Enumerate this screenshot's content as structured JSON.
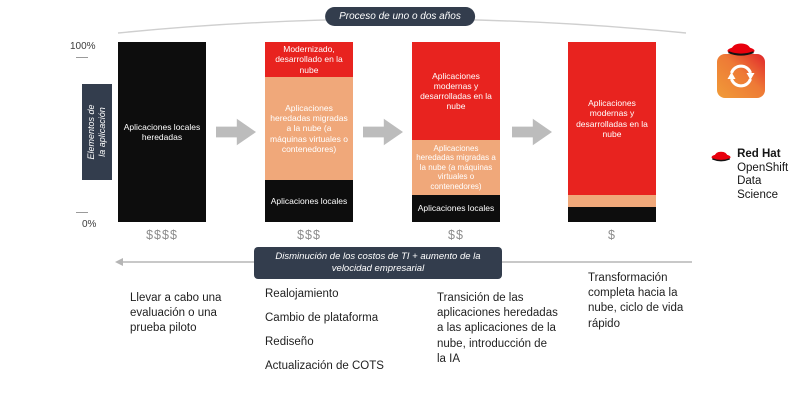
{
  "title_badge": "Proceso de uno o dos años",
  "axis": {
    "max_label": "100%",
    "min_label": "0%",
    "axis_title_line1": "Elementos de",
    "axis_title_line2": "la aplicación"
  },
  "bottom_badge": {
    "line1": "Disminución de los costos de TI + aumento de la",
    "line2": "velocidad empresarial"
  },
  "stages": [
    {
      "cost": "$$$$",
      "black_label": "Aplicaciones locales heredadas",
      "description": "Llevar a cabo una evaluación o una prueba piloto"
    },
    {
      "cost": "$$$",
      "red_label": "Modernizado, desarrollado en la nube",
      "orange_label": "Aplicaciones heredadas migradas a la nube (a máquinas virtuales o contenedores)",
      "black_label": "Aplicaciones locales",
      "descriptions": [
        "Realojamiento",
        "Cambio de plataforma",
        "Rediseño",
        "Actualización de COTS"
      ]
    },
    {
      "cost": "$$",
      "red_label": "Aplicaciones modernas y desarrolladas en la nube",
      "orange_label": "Aplicaciones heredadas migradas a la nube (a máquinas virtuales o contenedores)",
      "black_label": "Aplicaciones locales",
      "description": "Transición de las aplicaciones heredadas a las aplicaciones de la nube, introducción de la IA"
    },
    {
      "cost": "$",
      "red_label": "Aplicaciones modernas y desarrolladas en la nube",
      "description": "Transformación completa hacia la nube, ciclo de vida rápido"
    }
  ],
  "branding": {
    "name": "Red Hat",
    "product": "OpenShift",
    "suite": "Data Science"
  },
  "colors": {
    "red": "#e8231f",
    "orange": "#f0a87a",
    "black": "#0d0d0d",
    "navy": "#333d4d",
    "arrow_gray": "#bcbcbc"
  },
  "chart_data": {
    "type": "bar",
    "stacked": true,
    "categories": [
      "$$$$",
      "$$$",
      "$$",
      "$"
    ],
    "series": [
      {
        "name": "Aplicaciones locales (heredadas)",
        "color": "#0d0d0d",
        "values": [
          100,
          23,
          15,
          8
        ]
      },
      {
        "name": "Aplicaciones heredadas migradas a la nube (a máquinas virtuales o contenedores)",
        "color": "#f0a87a",
        "values": [
          0,
          59,
          31,
          7
        ]
      },
      {
        "name": "Aplicaciones modernas y desarrolladas en la nube",
        "color": "#e8231f",
        "values": [
          0,
          18,
          54,
          85
        ]
      }
    ],
    "ylabel": "Elementos de la aplicación",
    "ylim": [
      0,
      100
    ],
    "legend_position": "none",
    "grid": false
  }
}
